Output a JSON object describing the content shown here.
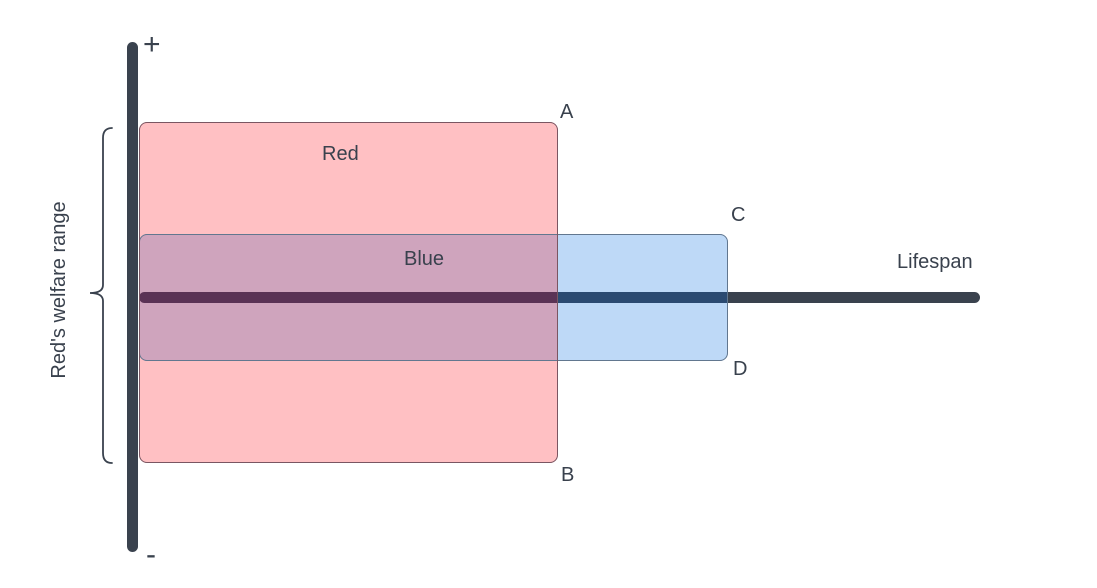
{
  "colors": {
    "slate": "#3a424e",
    "text": "#39414d",
    "pink-fill": "#ffc0c3",
    "blue-fill": "#bed9f7",
    "overlap-fill": "#cfa5c2",
    "plum-axis": "#5a3255",
    "navy-axis": "#2b4a71",
    "red-border": "#7a5662",
    "blue-border": "#62778f",
    "red-fill-rgba": "rgba(255,13,24,0.26)"
  },
  "diagram": {
    "y_axis": {
      "positive_label": "+",
      "negative_label": "-"
    },
    "x_axis": {
      "label": "Lifespan"
    },
    "brace": {
      "label": "Red's welfare range"
    },
    "rects": {
      "red": {
        "label": "Red"
      },
      "blue": {
        "label": "Blue"
      }
    },
    "corners": {
      "a": "A",
      "b": "B",
      "c": "C",
      "d": "D"
    }
  }
}
